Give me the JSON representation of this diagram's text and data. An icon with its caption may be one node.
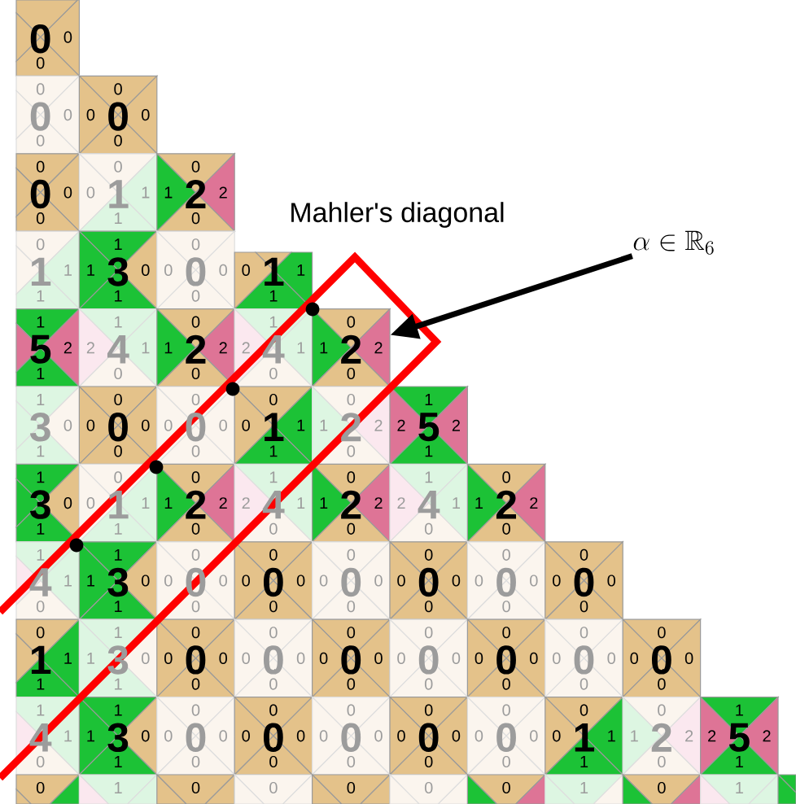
{
  "diagram": {
    "nodes": [
      {
        "text": [
          "0",
          "0",
          "0"
        ]
      },
      {
        "text": [
          "0",
          "0",
          "0",
          "0"
        ]
      },
      {
        "text": [
          "0",
          "0",
          "0",
          "0",
          "0"
        ]
      },
      {
        "text": [
          "0",
          "0",
          "0",
          "0"
        ]
      },
      {
        "text": [
          "1",
          "0",
          "0",
          "1",
          "1"
        ]
      },
      {
        "text": [
          "2",
          "0",
          "1",
          "2",
          "0"
        ]
      },
      {
        "text": [
          "1",
          "0",
          "1",
          "1"
        ]
      },
      {
        "text": [
          "3",
          "1",
          "1",
          "0",
          "1"
        ]
      },
      {
        "text": [
          "0",
          "0",
          "0",
          "0",
          "0"
        ]
      },
      {
        "text": [
          "1",
          "0",
          "1",
          "1"
        ]
      },
      {
        "text": [
          "5",
          "1",
          "2",
          "1"
        ]
      },
      {
        "text": [
          "4",
          "1",
          "2",
          "1",
          "0"
        ]
      },
      {
        "text": [
          "2",
          "0",
          "1",
          "2",
          "0"
        ]
      },
      {
        "text": [
          "4",
          "1",
          "2",
          "1",
          "0"
        ]
      },
      {
        "text": [
          "2",
          "0",
          "1",
          "2",
          "0"
        ]
      },
      {
        "text": [
          "3",
          "1",
          "0",
          "1"
        ]
      },
      {
        "text": [
          "0",
          "0",
          "0",
          "0",
          "0"
        ]
      },
      {
        "text": [
          "0",
          "0",
          "0",
          "0",
          "0"
        ]
      },
      {
        "text": [
          "1",
          "0",
          "0",
          "1",
          "1"
        ]
      },
      {
        "text": [
          "2",
          "0",
          "1",
          "2",
          "0"
        ]
      },
      {
        "text": [
          "5",
          "1",
          "2",
          "2",
          "1"
        ]
      },
      {
        "text": [
          "3",
          "1",
          "0",
          "1"
        ]
      },
      {
        "text": [
          "1",
          "0",
          "0",
          "1",
          "1"
        ]
      },
      {
        "text": [
          "2",
          "0",
          "1",
          "2",
          "0"
        ]
      },
      {
        "text": [
          "4",
          "1",
          "2",
          "1",
          "0"
        ]
      },
      {
        "text": [
          "2",
          "0",
          "1",
          "2",
          "0"
        ]
      },
      {
        "text": [
          "4",
          "1",
          "2",
          "1",
          "0"
        ]
      },
      {
        "text": [
          "2",
          "0",
          "1",
          "2",
          "0"
        ]
      },
      {
        "text": [
          "4",
          "1",
          "1",
          "0"
        ]
      },
      {
        "text": [
          "3",
          "1",
          "1",
          "0",
          "1"
        ]
      },
      {
        "text": [
          "0",
          "0",
          "0",
          "0",
          "0"
        ]
      },
      {
        "text": [
          "0",
          "0",
          "0",
          "0",
          "0"
        ]
      },
      {
        "text": [
          "0",
          "0",
          "0",
          "0",
          "0"
        ]
      },
      {
        "text": [
          "0",
          "0",
          "0",
          "0",
          "0"
        ]
      },
      {
        "text": [
          "0",
          "0",
          "0",
          "0",
          "0"
        ]
      },
      {
        "text": [
          "0",
          "0",
          "0",
          "0",
          "0"
        ]
      },
      {
        "text": [
          "1",
          "0",
          "1",
          "1"
        ]
      },
      {
        "text": [
          "3",
          "1",
          "1",
          "0",
          "1"
        ]
      },
      {
        "text": [
          "0",
          "0",
          "0",
          "0",
          "0"
        ]
      },
      {
        "text": [
          "0",
          "0",
          "0",
          "0",
          "0"
        ]
      },
      {
        "text": [
          "0",
          "0",
          "0",
          "0",
          "0"
        ]
      },
      {
        "text": [
          "0",
          "0",
          "0",
          "0",
          "0"
        ]
      },
      {
        "text": [
          "0",
          "0",
          "0",
          "0",
          "0"
        ]
      },
      {
        "text": [
          "0",
          "0",
          "0",
          "0",
          "0"
        ]
      },
      {
        "text": [
          "0",
          "0",
          "0",
          "0",
          "0"
        ]
      },
      {
        "text": [
          "4",
          "1",
          "1",
          "0"
        ]
      },
      {
        "text": [
          "3",
          "1",
          "1",
          "0",
          "1"
        ]
      },
      {
        "text": [
          "0",
          "0",
          "0",
          "0",
          "0"
        ]
      },
      {
        "text": [
          "0",
          "0",
          "0",
          "0",
          "0"
        ]
      },
      {
        "text": [
          "0",
          "0",
          "0",
          "0",
          "0"
        ]
      },
      {
        "text": [
          "0",
          "0",
          "0",
          "0",
          "0"
        ]
      },
      {
        "text": [
          "0",
          "0",
          "0",
          "0",
          "0"
        ]
      },
      {
        "text": [
          "1",
          "0",
          "0",
          "1",
          "1"
        ]
      },
      {
        "text": [
          "2",
          "0",
          "1",
          "2",
          "0"
        ]
      },
      {
        "text": [
          "5",
          "1",
          "2",
          "2",
          "1"
        ]
      },
      {
        "text": [
          "0"
        ]
      },
      {
        "text": [
          "1"
        ]
      },
      {
        "text": [
          "0"
        ]
      },
      {
        "text": [
          "0"
        ]
      },
      {
        "text": [
          "0"
        ]
      },
      {
        "text": [
          "0"
        ]
      },
      {
        "text": [
          "0"
        ]
      },
      {
        "text": [
          "1"
        ]
      },
      {
        "text": [
          "0"
        ]
      },
      {
        "text": [
          "1"
        ]
      },
      {
        "text": [],
        "shape": "box"
      },
      {
        "text": [
          "\\alpha \\in \\mathbb{R}_6"
        ]
      }
    ],
    "edges": [
      {
        "from": 66,
        "to": 14,
        "arrow": "to"
      }
    ],
    "labels": [
      "Mahler's diagonal"
    ]
  }
}
